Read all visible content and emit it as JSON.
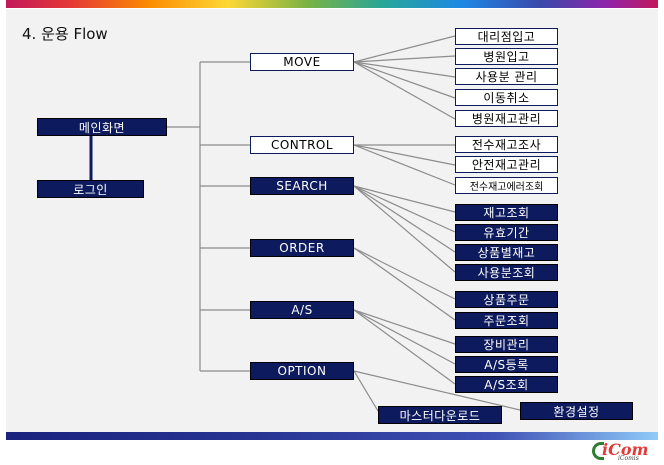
{
  "title": "4. 운용 Flow",
  "main": {
    "label": "메인화면"
  },
  "login": {
    "label": "로그인"
  },
  "categories": [
    {
      "label": "MOVE"
    },
    {
      "label": "CONTROL"
    },
    {
      "label": "SEARCH"
    },
    {
      "label": "ORDER"
    },
    {
      "label": "A/S"
    },
    {
      "label": "OPTION"
    }
  ],
  "leaves": [
    {
      "label": "대리점입고"
    },
    {
      "label": "병원입고"
    },
    {
      "label": "사용분 관리"
    },
    {
      "label": "이동취소"
    },
    {
      "label": "병원재고관리"
    },
    {
      "label": "전수재고조사"
    },
    {
      "label": "안전재고관리"
    },
    {
      "label": "전수재고에러조회"
    },
    {
      "label": "재고조회"
    },
    {
      "label": "유효기간"
    },
    {
      "label": "상품별재고"
    },
    {
      "label": "사용분조회"
    },
    {
      "label": "상품주문"
    },
    {
      "label": "주문조회"
    },
    {
      "label": "장비관리"
    },
    {
      "label": "A/S등록"
    },
    {
      "label": "A/S조회"
    },
    {
      "label": "환경설정"
    },
    {
      "label": "마스터다운로드"
    }
  ],
  "logo": {
    "main": "iCom",
    "sub": "iComis"
  },
  "colors": {
    "box_dark": "#0d1b5e",
    "connector": "#8c8c8c",
    "background": "#f2f2f2"
  }
}
